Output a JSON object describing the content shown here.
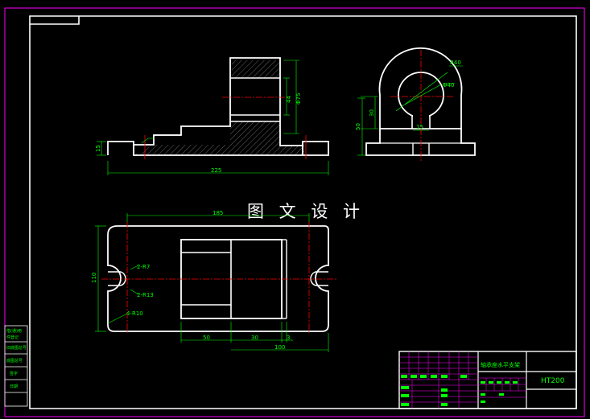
{
  "watermark": "图 文 设 计",
  "colors": {
    "outline": "#ffffff",
    "dimension": "#00ff00",
    "centerline": "#ff0000",
    "hatch": "#808080",
    "frame": "#ff00ff",
    "background": "#000000"
  },
  "front_view": {
    "dims": {
      "d44": "44",
      "d75": "Φ75",
      "d15": "15",
      "d225": "225"
    }
  },
  "side_view": {
    "dims": {
      "r40": "R40",
      "d40": "Φ40",
      "d30": "30",
      "d50": "50",
      "d15": "15"
    }
  },
  "top_view": {
    "dims": {
      "d185": "185",
      "d110": "110",
      "r7": "2-R7",
      "r13": "2-R13",
      "r10": "4-R10",
      "d50": "50",
      "d30": "30",
      "d3": "3",
      "d100": "100"
    }
  },
  "title_block": {
    "part_name": "轴承座水平支架",
    "material": "HT200"
  },
  "side_table": {
    "rows": [
      "借(通)用",
      "件登记",
      "旧底图总号",
      "底图总号",
      "签字",
      "日期"
    ]
  }
}
